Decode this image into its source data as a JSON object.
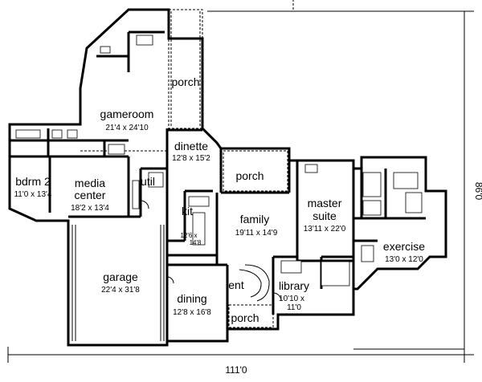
{
  "rooms": {
    "gameroom": {
      "name": "gameroom",
      "dims": "21'4 x 24'10"
    },
    "porch_top": {
      "name": "porch"
    },
    "dinette": {
      "name": "dinette",
      "dims": "12'8 x 15'2"
    },
    "porch_mid": {
      "name": "porch"
    },
    "bdrm2": {
      "name": "bdrm 2",
      "dims": "11'0 x 13'4"
    },
    "media": {
      "name1": "media",
      "name2": "center",
      "dims": "18'2 x 13'4"
    },
    "util": {
      "name": "util"
    },
    "kit": {
      "name": "kit",
      "dims1": "12'6 x",
      "dims2": "14'8"
    },
    "family": {
      "name": "family",
      "dims": "19'11 x 14'9"
    },
    "master": {
      "name1": "master",
      "name2": "suite",
      "dims": "13'11 x 22'0"
    },
    "exercise": {
      "name": "exercise",
      "dims": "13'0 x 12'0"
    },
    "garage": {
      "name": "garage",
      "dims": "22'4 x 31'8"
    },
    "dining": {
      "name": "dining",
      "dims": "12'8 x 16'8"
    },
    "ent": {
      "name": "ent"
    },
    "library": {
      "name": "library",
      "dims1": "10'10 x",
      "dims2": "11'0"
    },
    "porch_bottom": {
      "name": "porch"
    }
  },
  "overall": {
    "width": "111'0",
    "depth": "86'0"
  }
}
